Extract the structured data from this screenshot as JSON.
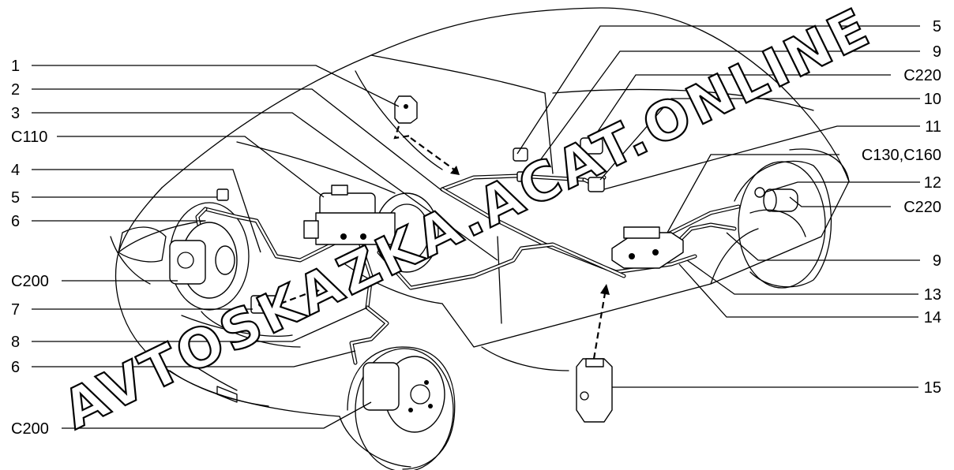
{
  "watermark": "AVTOSKAZKA.ACAT.ONLINE",
  "callouts": {
    "left": [
      "1",
      "2",
      "3",
      "C110",
      "4",
      "5",
      "6",
      "C200",
      "7",
      "8",
      "6",
      "C200"
    ],
    "right": [
      "5",
      "9",
      "C220",
      "10",
      "11",
      "C130,C160",
      "12",
      "C220",
      "9",
      "13",
      "14",
      "15"
    ]
  }
}
